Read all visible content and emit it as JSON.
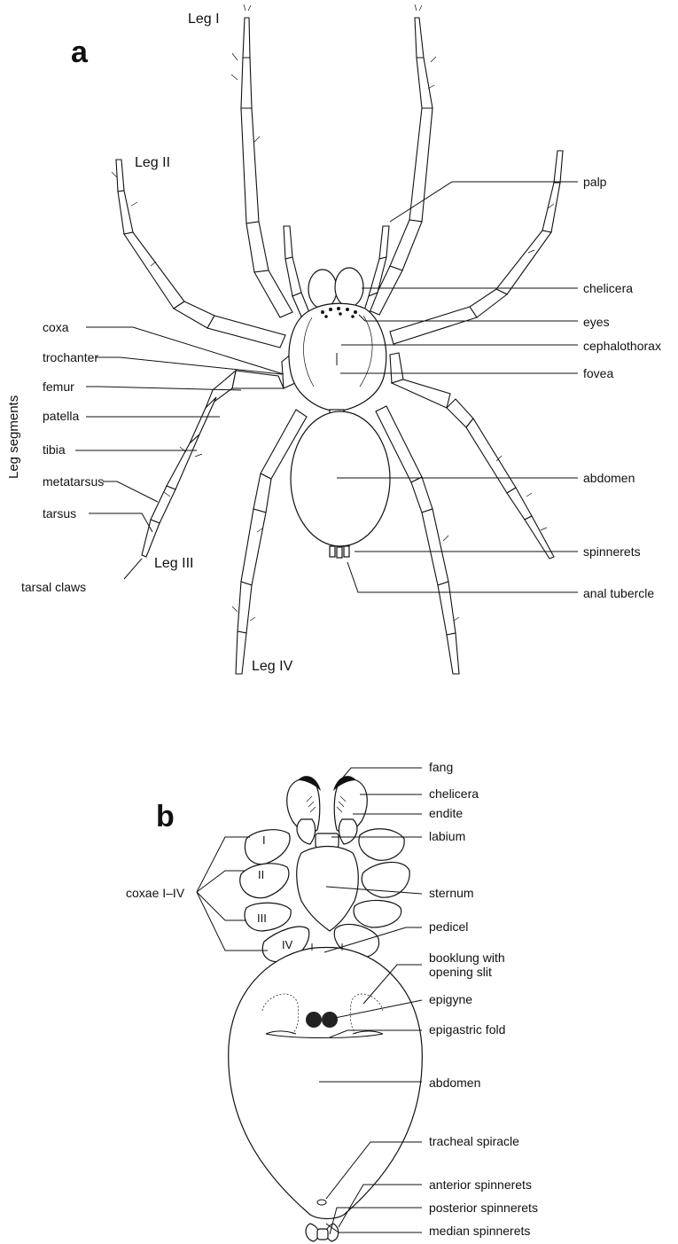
{
  "panel_a": {
    "panel_letter": "a",
    "side_label": "Leg segments",
    "legs": {
      "leg1": "Leg I",
      "leg2": "Leg II",
      "leg3": "Leg III",
      "leg4": "Leg IV"
    },
    "left_labels": {
      "coxa": "coxa",
      "trochanter": "trochanter",
      "femur": "femur",
      "patella": "patella",
      "tibia": "tibia",
      "metatarsus": "metatarsus",
      "tarsus": "tarsus",
      "tarsal_claws": "tarsal claws"
    },
    "right_labels": {
      "palp": "palp",
      "chelicera": "chelicera",
      "eyes": "eyes",
      "cephalothorax": "cephalothorax",
      "fovea": "fovea",
      "abdomen": "abdomen",
      "spinnerets": "spinnerets",
      "anal_tubercle": "anal tubercle"
    }
  },
  "panel_b": {
    "panel_letter": "b",
    "coxae_label": "coxae I–IV",
    "coxa_numerals": [
      "I",
      "II",
      "III",
      "IV"
    ],
    "right_labels": {
      "fang": "fang",
      "chelicera": "chelicera",
      "endite": "endite",
      "labium": "labium",
      "sternum": "sternum",
      "pedicel": "pedicel",
      "booklung_line1": "booklung with",
      "booklung_line2": "opening slit",
      "epigyne": "epigyne",
      "epigastric_fold": "epigastric fold",
      "abdomen": "abdomen",
      "tracheal_spiracle": "tracheal spiracle",
      "anterior_spinnerets": "anterior spinnerets",
      "posterior_spinnerets": "posterior spinnerets",
      "median_spinnerets": "median spinnerets"
    }
  }
}
